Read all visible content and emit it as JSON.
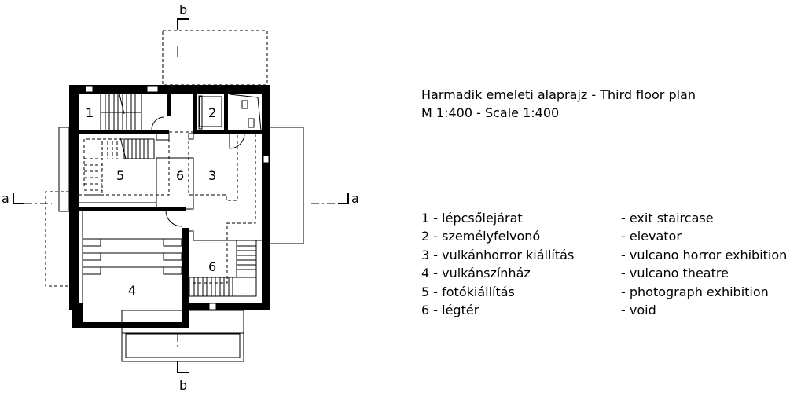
{
  "title": {
    "line1": "Harmadik emeleti alaprajz - Third floor plan",
    "line2": "M 1:400 - Scale 1:400"
  },
  "legend": [
    {
      "hu": "1 - lépcsőlejárat",
      "en": "- exit staircase"
    },
    {
      "hu": "2 - személyfelvonó",
      "en": "- elevator"
    },
    {
      "hu": "3 - vulkánhorror kiállítás",
      "en": "- vulcano horror exhibition"
    },
    {
      "hu": "4 - vulkánszínház",
      "en": "- vulcano theatre"
    },
    {
      "hu": "5 - fotókiállítás",
      "en": "- photograph exhibition"
    },
    {
      "hu": "6 - légtér",
      "en": "- void"
    }
  ],
  "plan": {
    "rooms": [
      "1",
      "2",
      "5",
      "6",
      "3",
      "6",
      "4"
    ],
    "section_a": "a",
    "section_b": "b"
  }
}
